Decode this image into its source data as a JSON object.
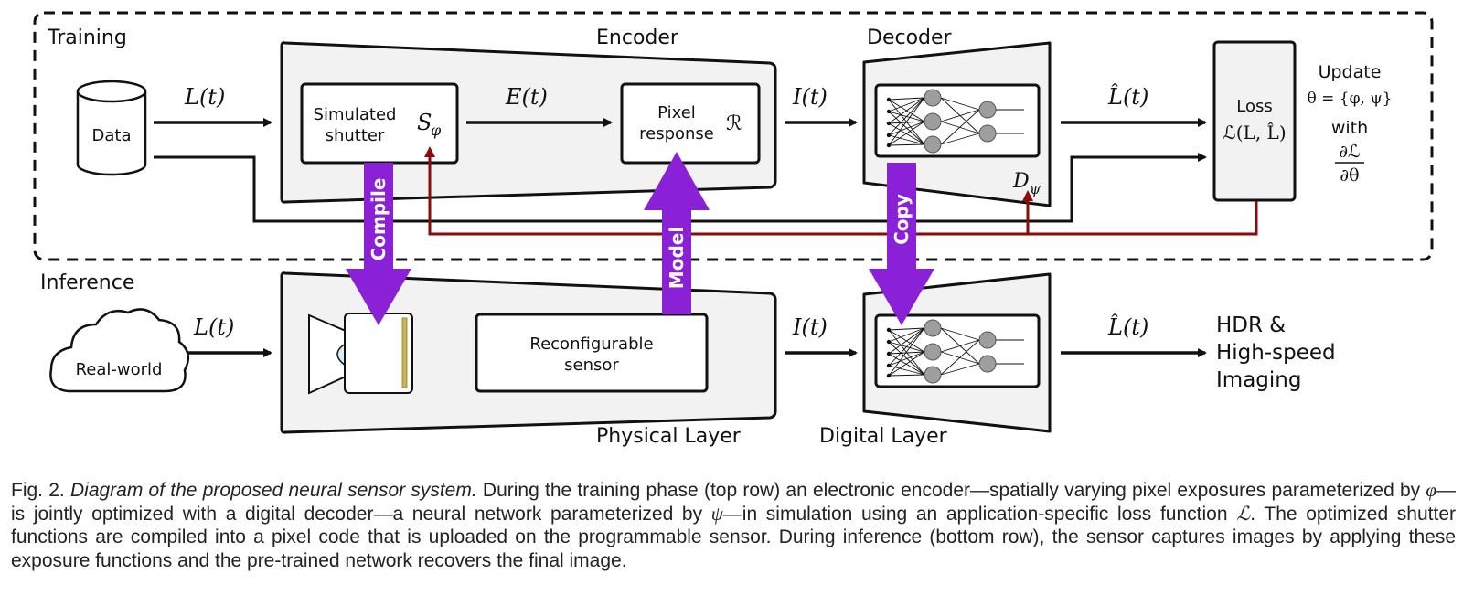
{
  "labels": {
    "training": "Training",
    "inference": "Inference",
    "encoder": "Encoder",
    "decoder": "Decoder",
    "physical_layer": "Physical Layer",
    "digital_layer": "Digital Layer",
    "data": "Data",
    "real_world": "Real-world",
    "simulated_shutter_1": "Simulated",
    "simulated_shutter_2": "shutter",
    "pixel_response_1": "Pixel",
    "pixel_response_2": "response",
    "reconfigurable_1": "Reconfigurable",
    "reconfigurable_2": "sensor",
    "loss": "Loss",
    "update": "Update",
    "with": "with",
    "hdr_1": "HDR &",
    "hdr_2": "High-speed",
    "hdr_3": "Imaging",
    "compile": "Compile",
    "model": "Model",
    "copy": "Copy"
  },
  "math": {
    "L_t": "L(t)",
    "E_t": "E(t)",
    "I_t": "I(t)",
    "Lhat_t": "L̂(t)",
    "S_phi": "S",
    "S_phi_sub": "φ",
    "R": "ℛ",
    "D_psi": "D",
    "D_psi_sub": "ψ",
    "loss_fn": "ℒ(L, L̂)",
    "theta": "θ = {φ, ψ}",
    "dL": "∂ℒ",
    "dtheta": "∂θ"
  },
  "caption": {
    "fig": "Fig. 2.",
    "title": "Diagram of the proposed neural sensor system.",
    "p1": " During the training phase (top row) an electronic encoder—spatially varying pixel exposures parameterized by ",
    "phi": "φ",
    "p2": "—is jointly optimized with a digital decoder—a neural network parameterized by ",
    "psi": "ψ",
    "p3": "—in simulation using an application-specific loss function ",
    "L": "ℒ",
    "p4": ". The optimized shutter functions are compiled into a pixel code that is uploaded on the programmable sensor. During inference (bottom row), the sensor captures images by applying these exposure functions and the pre-trained network recovers the final image."
  },
  "colors": {
    "purple": "#8a21d6",
    "dark_red": "#8b0a0a",
    "panel_fill": "#f2f2f2",
    "stroke": "#111111"
  }
}
